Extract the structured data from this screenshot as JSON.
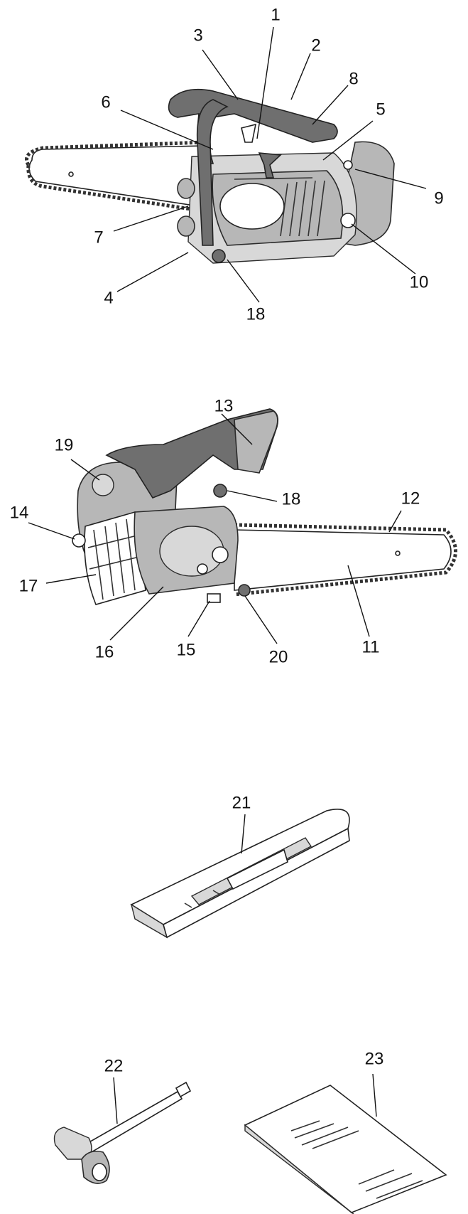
{
  "callouts": {
    "c1": "1",
    "c2": "2",
    "c3": "3",
    "c4": "4",
    "c5": "5",
    "c6": "6",
    "c7": "7",
    "c8": "8",
    "c9": "9",
    "c10": "10",
    "c11": "11",
    "c12": "12",
    "c13": "13",
    "c14": "14",
    "c15": "15",
    "c16": "16",
    "c17": "17",
    "c18a": "18",
    "c18b": "18",
    "c19": "19",
    "c20": "20",
    "c21": "21",
    "c22": "22",
    "c23": "23"
  },
  "colors": {
    "line": "#111111",
    "body": "#b7b7b7",
    "dark": "#6f6f6f"
  }
}
